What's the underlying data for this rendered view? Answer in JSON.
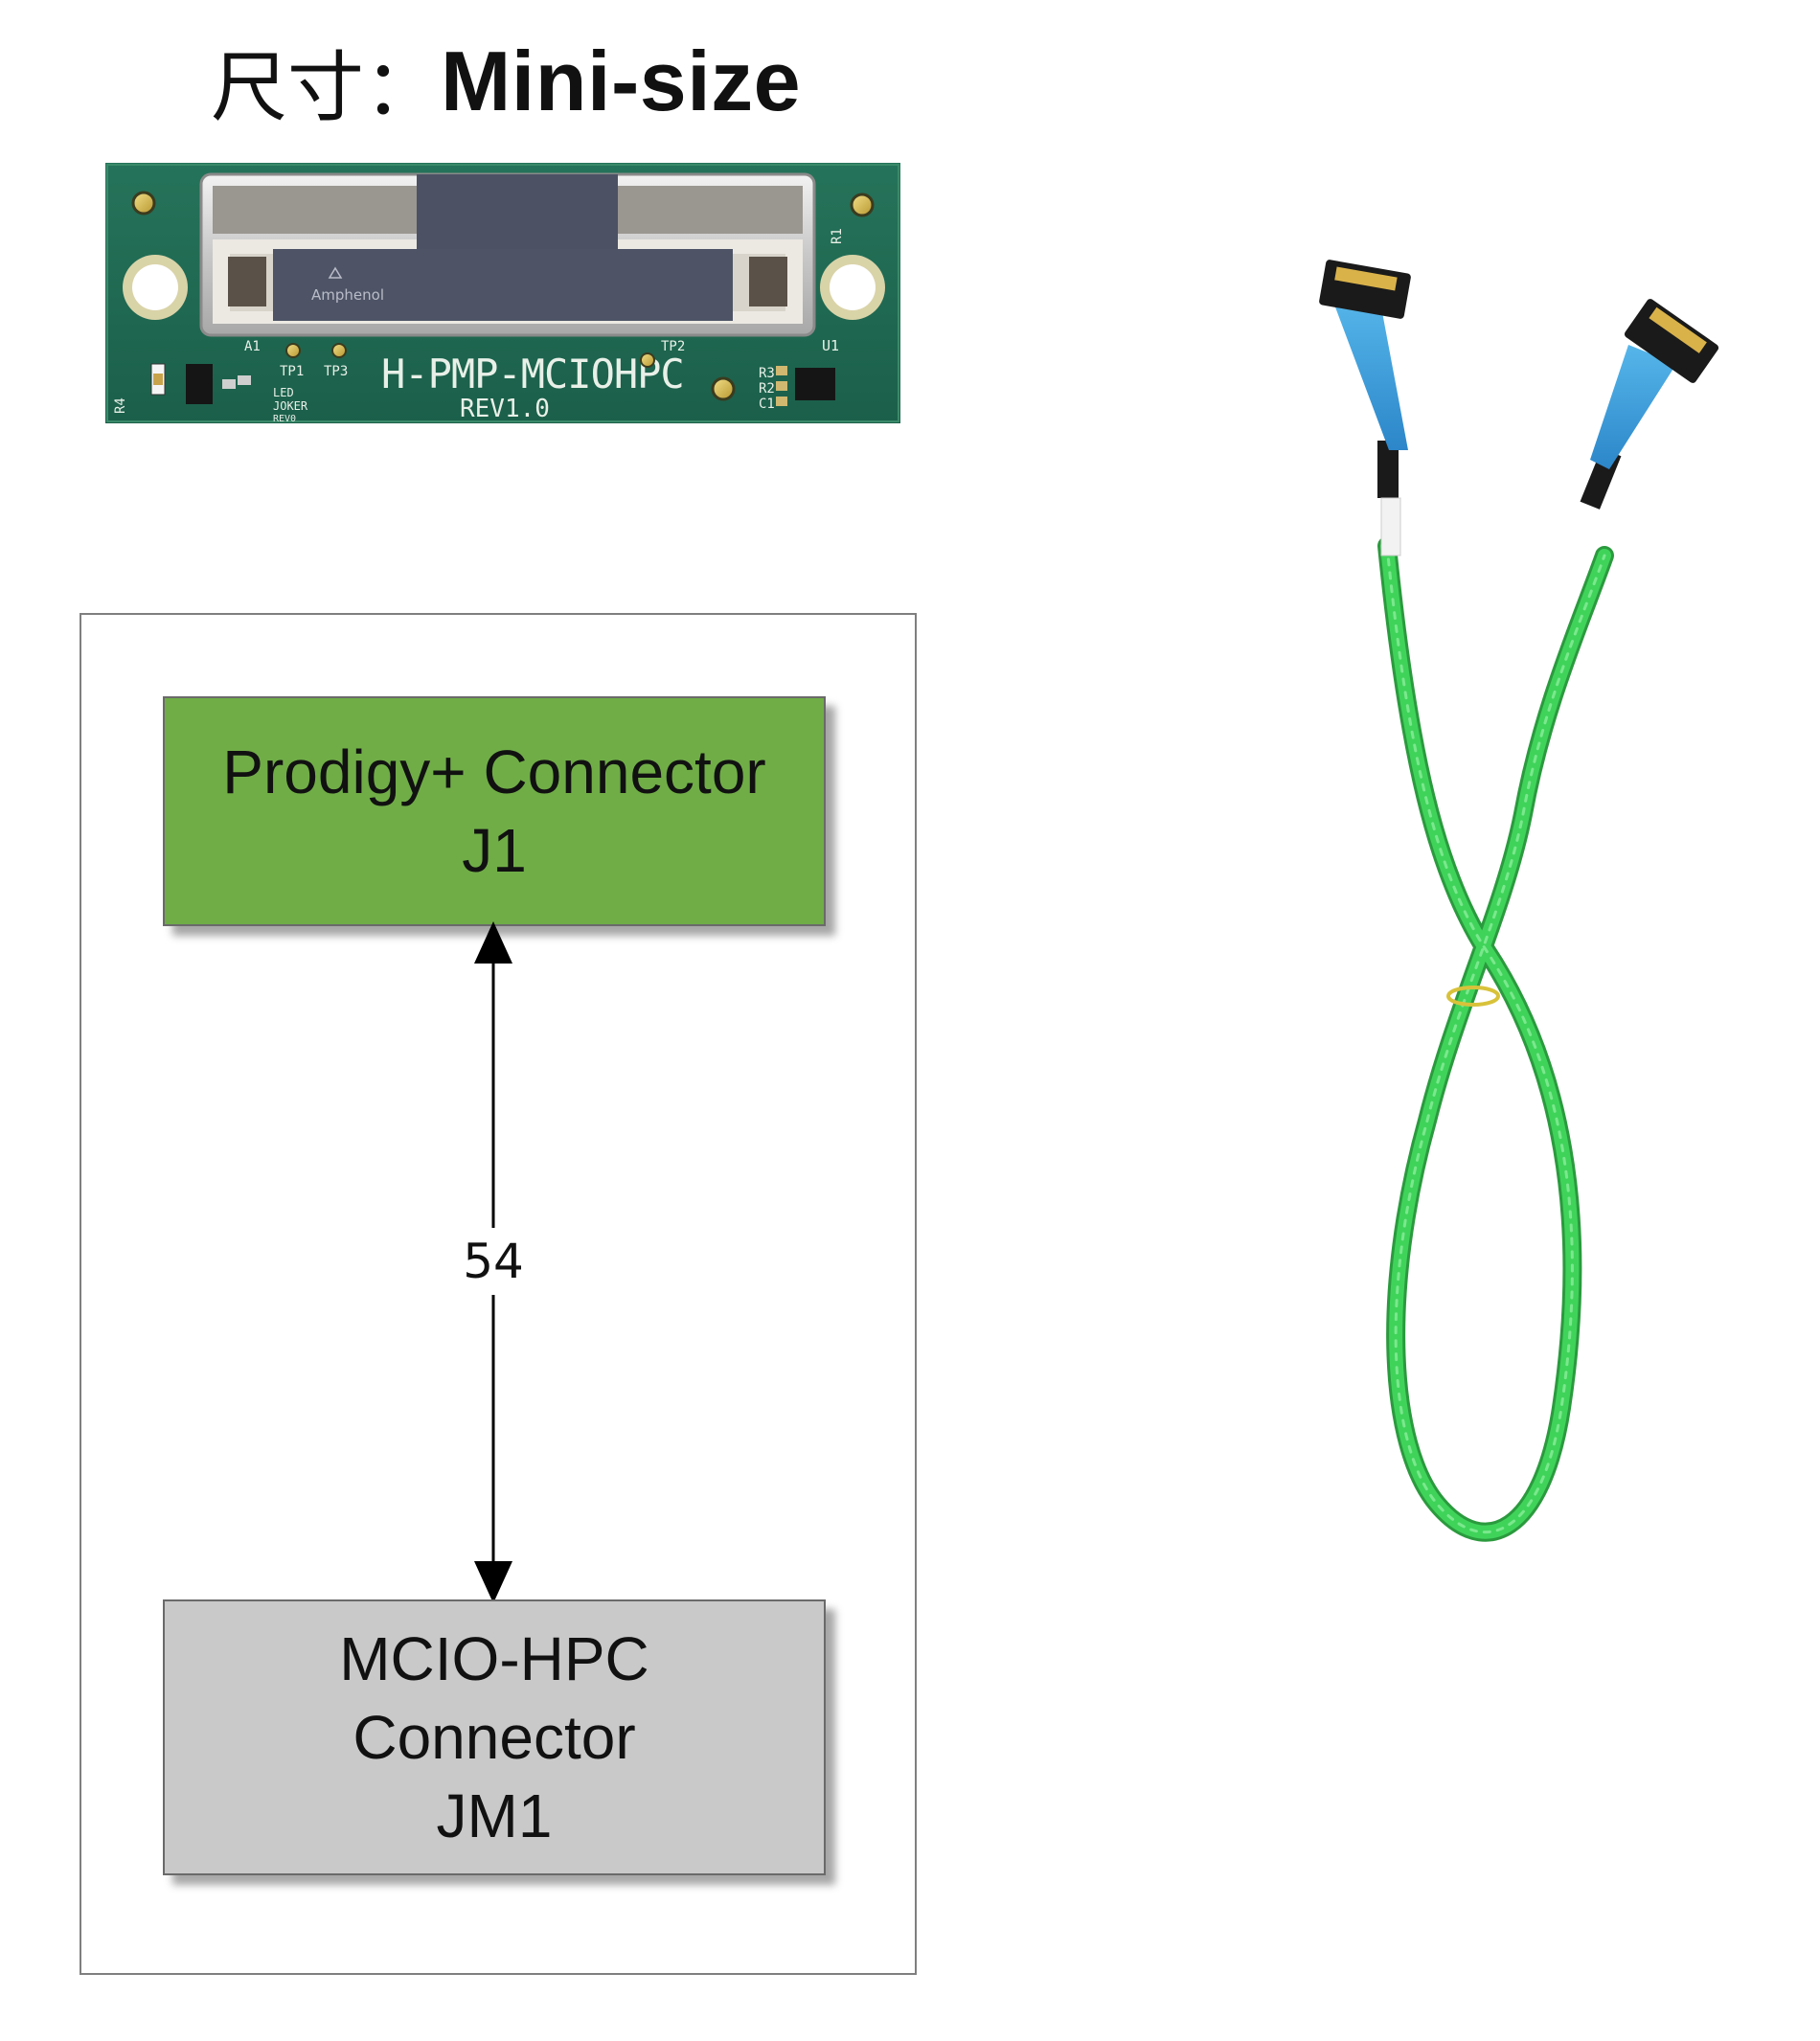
{
  "title": {
    "prefix": "尺寸：",
    "main": "Mini-size"
  },
  "pcb": {
    "board_label": "H-PMP-MCIOHPC",
    "revision": "REV1.0",
    "connector_brand": "Amphenol",
    "silk_a1": "A1",
    "silk_tp1": "TP1",
    "silk_tp3": "TP3",
    "silk_tp2": "TP2",
    "silk_r1": "R1",
    "silk_r4": "R4",
    "silk_u1": "U1",
    "silk_r3": "R3",
    "silk_r2": "R2",
    "silk_c1": "C1",
    "silk_led": "LED",
    "silk_joker": "JOKER",
    "silk_rev0": "REV0"
  },
  "diagram": {
    "top_block": {
      "line1": "Prodigy+ Connector",
      "line2": "J1",
      "color": "#70ad47"
    },
    "bottom_block": {
      "line1": "MCIO-HPC",
      "line2": "Connector",
      "line3": "JM1",
      "color": "#c9c9c9"
    },
    "link_label": "54"
  },
  "colors": {
    "pcb_green": "#1f6b52",
    "cable_green": "#33cc55",
    "cable_blue": "#3a9fdc",
    "connector_black": "#1a1a1a"
  }
}
